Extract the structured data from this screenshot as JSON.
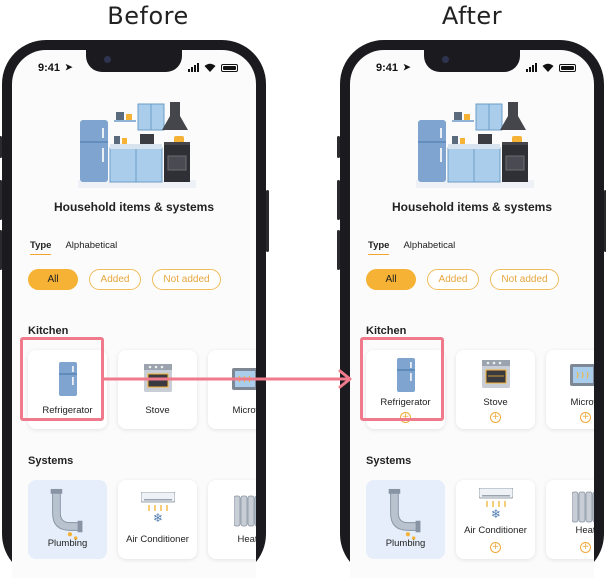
{
  "compare": {
    "before_label": "Before",
    "after_label": "After"
  },
  "status_bar": {
    "time": "9:41"
  },
  "screen": {
    "heading": "Household items & systems",
    "tabs": [
      {
        "label": "Type",
        "active": true
      },
      {
        "label": "Alphabetical",
        "active": false
      }
    ],
    "filters": [
      {
        "label": "All",
        "active": true
      },
      {
        "label": "Added",
        "active": false
      },
      {
        "label": "Not added",
        "active": false
      }
    ],
    "sections": {
      "kitchen": "Kitchen",
      "systems": "Systems"
    }
  },
  "before": {
    "kitchen_items": [
      "Refrigerator",
      "Stove",
      "Microw"
    ],
    "system_items": [
      "Plumbing",
      "Air Conditioner",
      "Heat"
    ]
  },
  "after": {
    "kitchen_items": [
      "Refrigerator",
      "Stove",
      "Microw"
    ],
    "system_items": [
      "Plumbing",
      "Air Conditioner",
      "Heat"
    ],
    "plus_glyph": "+"
  },
  "colors": {
    "accent": "#f5b234",
    "highlight": "#ef7a8c",
    "plumbing_card": "#e5eefa",
    "appliance_blue": "#7ea4cf"
  }
}
